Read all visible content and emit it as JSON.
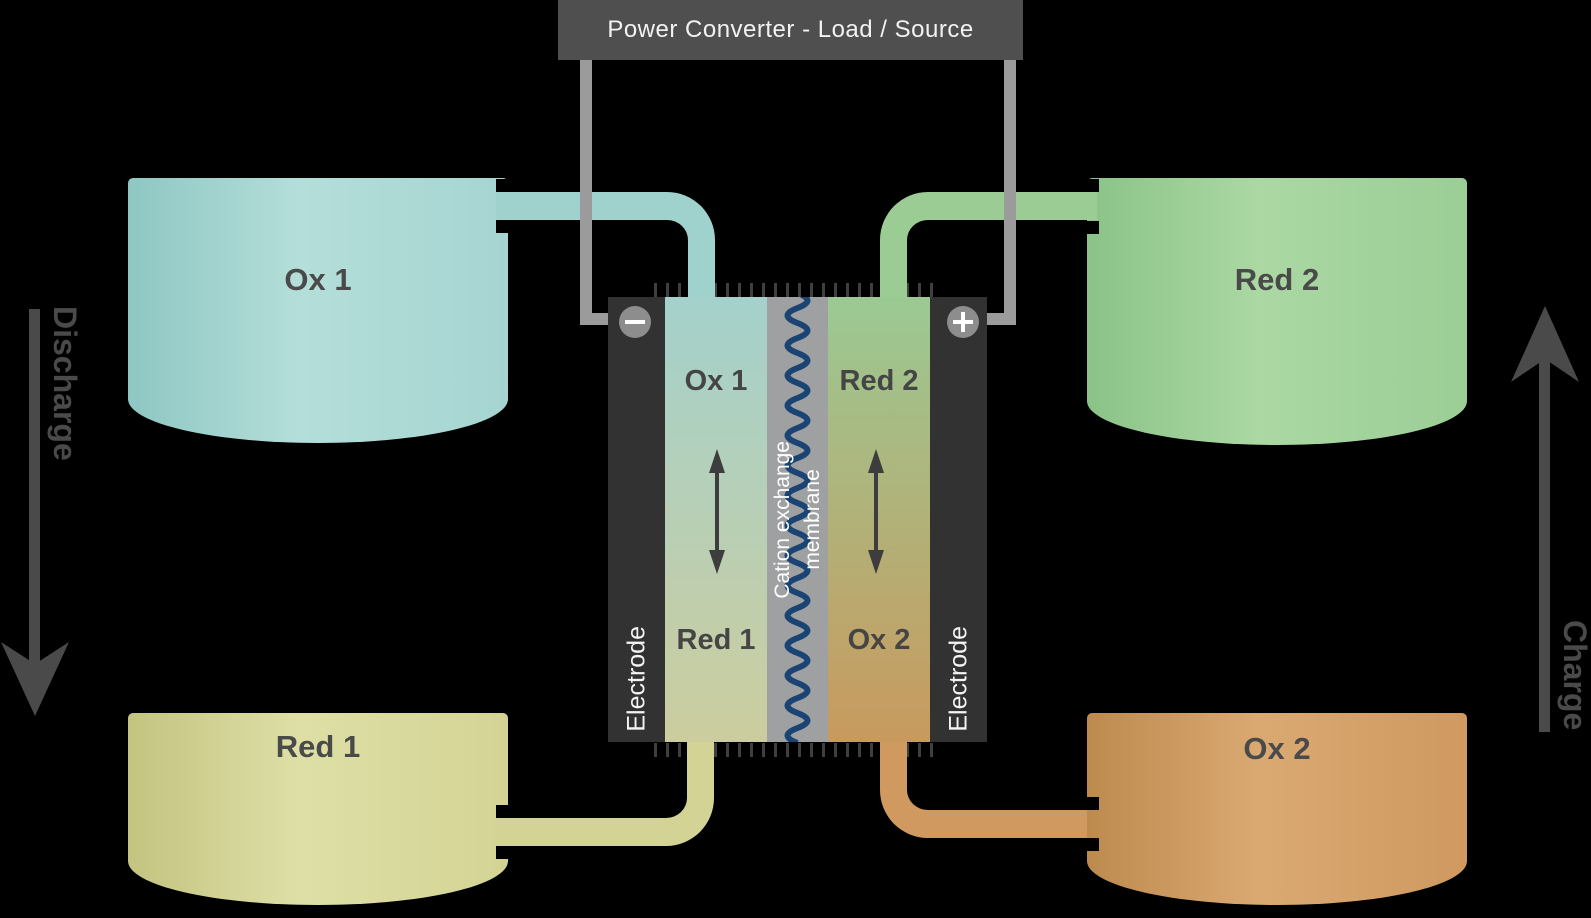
{
  "power_converter": {
    "label": "Power Converter - Load / Source"
  },
  "side_labels": {
    "discharge": "Discharge",
    "charge": "Charge"
  },
  "tanks": {
    "ox1": {
      "label": "Ox 1",
      "color": "#a6d5d1"
    },
    "red2": {
      "label": "Red 2",
      "color": "#9bce96"
    },
    "red1": {
      "label": "Red 1",
      "color": "#d3d494"
    },
    "ox2": {
      "label": "Ox 2",
      "color": "#cf9960"
    }
  },
  "cell": {
    "electrode_left_label": "Electrode",
    "electrode_right_label": "Electrode",
    "terminal_negative": "−",
    "terminal_positive": "+",
    "half_cell_left": {
      "top_label": "Ox 1",
      "bottom_label": "Red 1"
    },
    "half_cell_right": {
      "top_label": "Red 2",
      "bottom_label": "Ox 2"
    },
    "membrane_label_line1": "Cation exchange",
    "membrane_label_line2": "membrane"
  },
  "icons": {
    "negative_terminal": "minus-circle",
    "positive_terminal": "plus-circle",
    "discharge_arrow": "arrow-down",
    "charge_arrow": "arrow-up",
    "half_cell_flow": "double-headed-vertical-arrow",
    "membrane_wave": "vertical-sine-wave"
  },
  "colors": {
    "background": "#000000",
    "converter_box": "#4f4f4f",
    "wire": "#9b9b9b",
    "electrode": "#323232",
    "membrane": "#9fa0a2",
    "membrane_wave": "#1a4473",
    "arrow_gray": "#4a4a4a",
    "tank_ox1": "#a6d5d1",
    "tank_red2": "#9bce96",
    "tank_red1": "#d3d494",
    "tank_ox2": "#cf9960"
  }
}
